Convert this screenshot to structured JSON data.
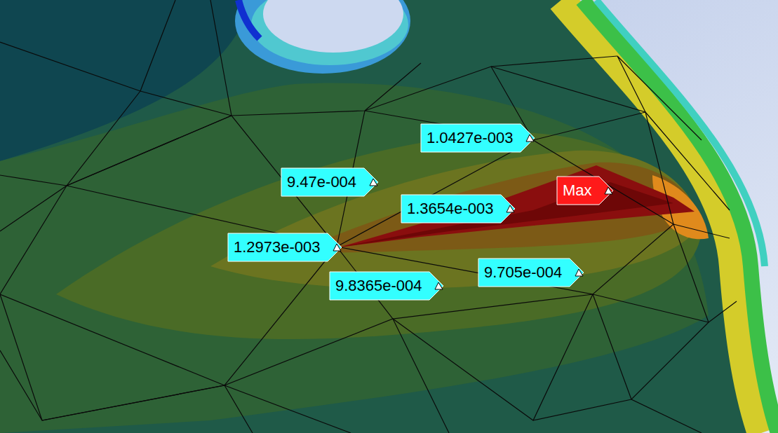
{
  "diagram": {
    "nodes": [
      {
        "text": [
          "1.0427e-003"
        ]
      },
      {
        "text": [
          "9.47e-004"
        ]
      },
      {
        "text": [
          "Max"
        ]
      },
      {
        "text": [
          "1.3654e-003"
        ]
      },
      {
        "text": [
          "1.2973e-003"
        ]
      },
      {
        "text": [
          "9.705e-004"
        ]
      },
      {
        "text": [
          "9.8365e-004"
        ]
      }
    ]
  }
}
